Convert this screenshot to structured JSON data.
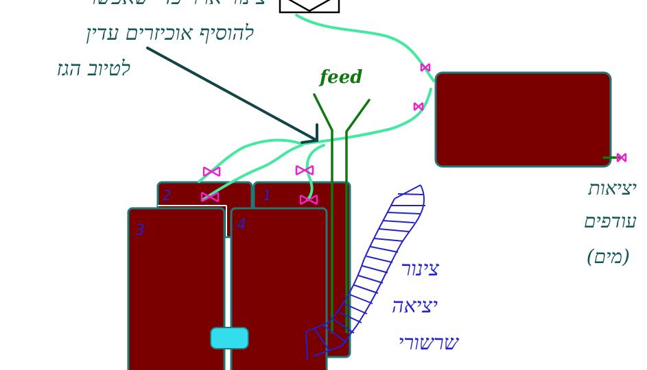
{
  "colors": {
    "tank_fill": "#7a0000",
    "tank_border": "#227777",
    "pipe_light": "#44e8a0",
    "pipe_dark": "#117711",
    "valve": "#ee22cc",
    "arrow": "#114444",
    "note_text": "#115555",
    "label_blue": "#2222cc",
    "feed_text": "#117711",
    "hose": "#2222cc",
    "drain_block": "#33ddee"
  },
  "labels": {
    "feed": "feed",
    "tank_1": "1",
    "tank_2": "2",
    "tank_3": "3",
    "tank_4": "4",
    "note_line_1": "צינור אויר כדי שאפשר",
    "note_line_2": "להוסיף אוכיזרים עדין",
    "note_line_3": "לטיוב הגז",
    "outlet_line_1": "יציאות",
    "outlet_line_2": "עודפים",
    "outlet_line_3": "(מים)",
    "hose_line_1": "צינור",
    "hose_line_2": "יציאה",
    "hose_line_3": "שרשורי"
  }
}
